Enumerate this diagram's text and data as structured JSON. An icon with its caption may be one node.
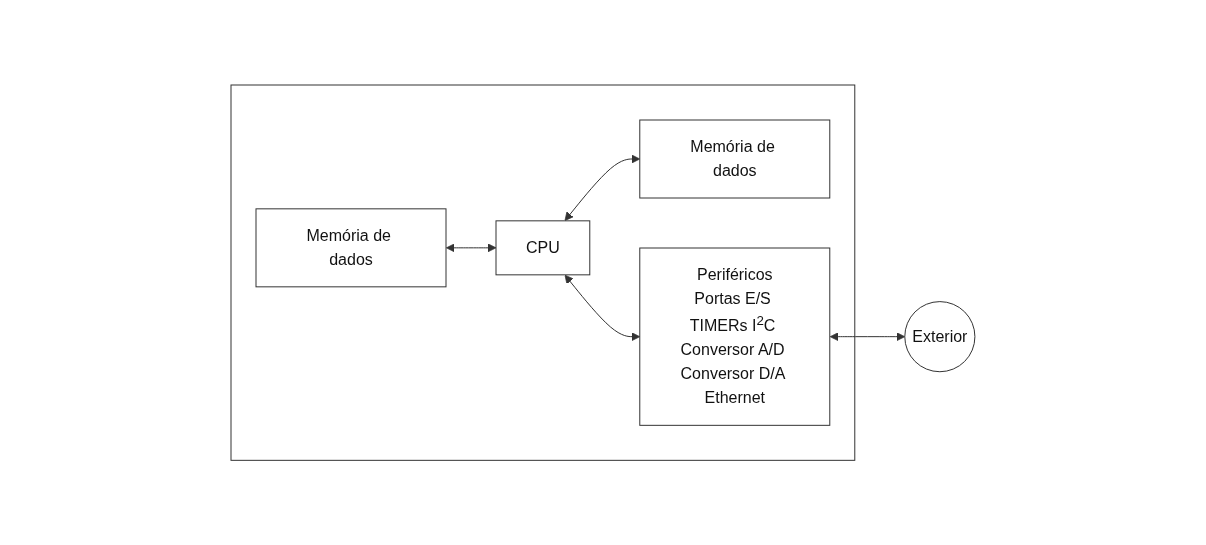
{
  "diagram": {
    "nodes": [
      {
        "text": [],
        "shape": "box"
      },
      {
        "text": [
          "Memória de dados"
        ],
        "in": 0
      },
      {
        "text": [
          "CPU"
        ],
        "in": 0
      },
      {
        "text": [
          "Memória de dados"
        ],
        "in": 0
      },
      {
        "text": [
          "Periféricos",
          "Portas E/S TIMERs I$^{2}$C Conversor A/D Conversor D/A Ethernet"
        ],
        "in": 0
      },
      {
        "text": [
          "Exterior"
        ]
      }
    ],
    "edges": [
      {
        "from": 1,
        "to": 2,
        "arrow": "both"
      },
      {
        "from": 2,
        "to": 3,
        "arrow": "both"
      },
      {
        "from": 2,
        "to": 4,
        "arrow": "both"
      },
      {
        "from": 4,
        "to": 5,
        "arrow": "both"
      }
    ]
  }
}
